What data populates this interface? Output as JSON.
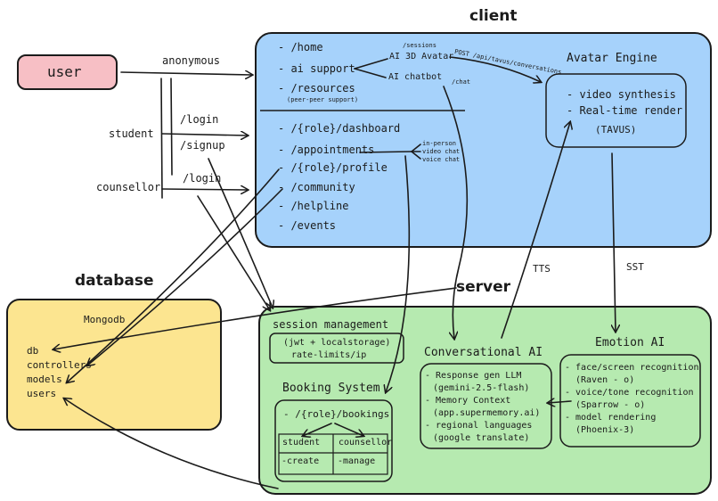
{
  "colors": {
    "client": "#a6d2fb",
    "server": "#b6eab0",
    "database": "#fce590",
    "user": "#f7bfc5",
    "stroke": "#1b1b1b"
  },
  "user": {
    "label": "user"
  },
  "roles": {
    "anonymous": "anonymous",
    "student": "student",
    "counsellor": "counsellor"
  },
  "auth_routes": {
    "login_student": "/login",
    "signup": "/signup",
    "login_counsellor": "/login"
  },
  "client": {
    "heading": "client",
    "public_routes": [
      "- /home",
      "- ai support",
      "- /resources"
    ],
    "resources_note": "(peer-peer support)",
    "ai_support_links": {
      "sessions": "/sessions",
      "avatar": "AI 3D Avatar",
      "chatbot": "AI chatbot",
      "chat": "/chat",
      "tavus_endpoint": "POST /api/tavus/conversations"
    },
    "private_routes": [
      "- /{role}/dashboard",
      "- /appointments",
      "- /{role}/profile",
      "- /community",
      "- /helpline",
      "- /events"
    ],
    "appointment_types": [
      "in-person",
      "video chat",
      "voice chat"
    ],
    "avatar_engine": {
      "title": "Avatar Engine",
      "items": [
        "- video synthesis",
        "- Real-time render"
      ],
      "provider": "(TAVUS)"
    }
  },
  "flow_labels": {
    "tts": "TTS",
    "sst": "SST"
  },
  "database": {
    "heading": "database",
    "engine": "Mongodb",
    "items": [
      "db",
      "controllers",
      "models",
      "users"
    ]
  },
  "server": {
    "heading": "server",
    "session": {
      "title": "session management",
      "details": [
        "(jwt + localstorage)",
        "rate-limits/ip"
      ]
    },
    "booking": {
      "title": "Booking System",
      "route": "- /{role}/bookings",
      "columns": [
        "student",
        "counsellor"
      ],
      "actions": [
        "-create",
        "-manage"
      ]
    },
    "conversational_ai": {
      "title": "Conversational AI",
      "items": [
        "- Response gen LLM",
        "(gemini-2.5-flash)",
        "- Memory Context",
        "(app.supermemory.ai)",
        "- regional languages",
        "(google translate)"
      ]
    },
    "emotion_ai": {
      "title": "Emotion AI",
      "items": [
        "- face/screen recognition",
        "(Raven - o)",
        "- voice/tone recognition",
        "(Sparrow - o)",
        "- model rendering",
        "(Phoenix-3)"
      ]
    }
  }
}
